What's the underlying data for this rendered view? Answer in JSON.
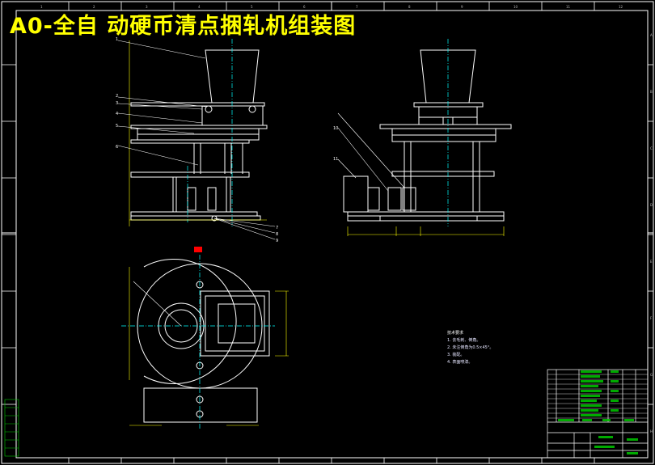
{
  "title": "A0-全自 动硬币清点捆轧机组装图",
  "notes": {
    "heading": "技术要求",
    "items": [
      "1. 去毛刺、倒角。",
      "2. 未注倒角为0.5×45°。",
      "3. 装配。",
      "4. 表面喷漆。"
    ]
  },
  "border_zone_numbers": [
    "1",
    "2",
    "3",
    "4",
    "5",
    "6",
    "7",
    "8",
    "9",
    "10",
    "11",
    "12"
  ],
  "border_zone_letters": [
    "A",
    "B",
    "C",
    "D",
    "E",
    "F",
    "G",
    "H"
  ],
  "balloons_front": [
    "1",
    "2",
    "3",
    "4",
    "5",
    "6",
    "7",
    "8",
    "9"
  ],
  "balloons_side": [
    "10",
    "11"
  ],
  "colors": {
    "background": "#000000",
    "outline": "#ffffff",
    "center_line": "#00ffff",
    "dimension": "#ffff00",
    "green_block": "#00c800",
    "highlight": "#ff0000",
    "title_text": "#ffff00"
  }
}
